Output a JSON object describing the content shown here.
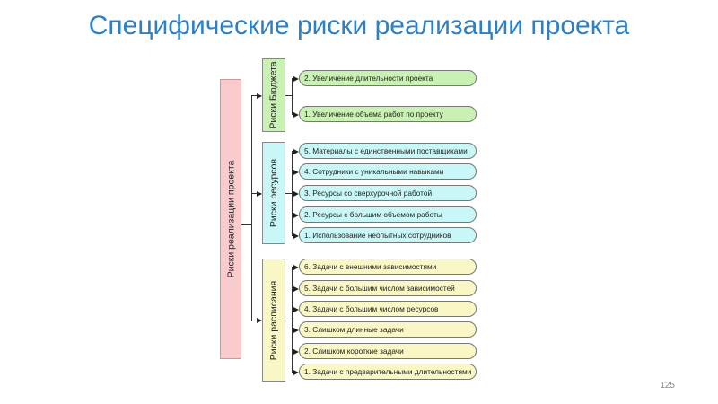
{
  "title": "Специфические риски реализации проекта",
  "root": {
    "label": "Риски реализации проекта",
    "color": "#f9cbcd"
  },
  "groups": [
    {
      "label": "Риски Бюджета",
      "color": "#c9f1b3",
      "items": [
        "2. Увеличение длительности проекта",
        "1. Увеличение объема работ по проекту"
      ]
    },
    {
      "label": "Риски ресурсов",
      "color": "#c9f7f7",
      "items": [
        "5. Материалы с единственными поставщиками",
        "4. Сотрудники с уникальными навыками",
        "3. Ресурсы со сверхурочной работой",
        "2. Ресурсы с большим объемом работы",
        "1. Использование неопытных сотрудников"
      ]
    },
    {
      "label": "Риски расписания",
      "color": "#f9f7c6",
      "items": [
        "6. Задачи с внешними зависимостями",
        "5. Задачи с большим числом зависимостей",
        "4. Задачи с большим числом ресурсов",
        "3. Слишком длинные задачи",
        "2. Слишком короткие задачи",
        "1. Задачи с предварительными длительностями"
      ]
    }
  ],
  "page_number": "125"
}
